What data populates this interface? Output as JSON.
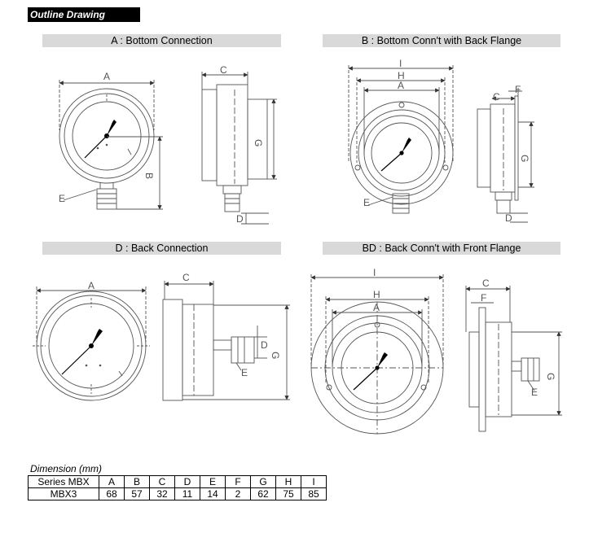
{
  "header": "Outline Drawing",
  "views": {
    "a": "A : Bottom Connection",
    "b": "B : Bottom Conn't with Back Flange",
    "d": "D : Back Connection",
    "bd": "BD : Back Conn't with Front Flange"
  },
  "letters": {
    "A": "A",
    "B": "B",
    "C": "C",
    "D": "D",
    "E": "E",
    "F": "F",
    "G": "G",
    "H": "H",
    "I": "I"
  },
  "dimension": {
    "title": "Dimension (mm)",
    "columns": [
      "Series MBX",
      "A",
      "B",
      "C",
      "D",
      "E",
      "F",
      "G",
      "H",
      "I"
    ],
    "rows": [
      [
        "MBX3",
        "68",
        "57",
        "32",
        "11",
        "14",
        "2",
        "62",
        "75",
        "85"
      ]
    ]
  }
}
